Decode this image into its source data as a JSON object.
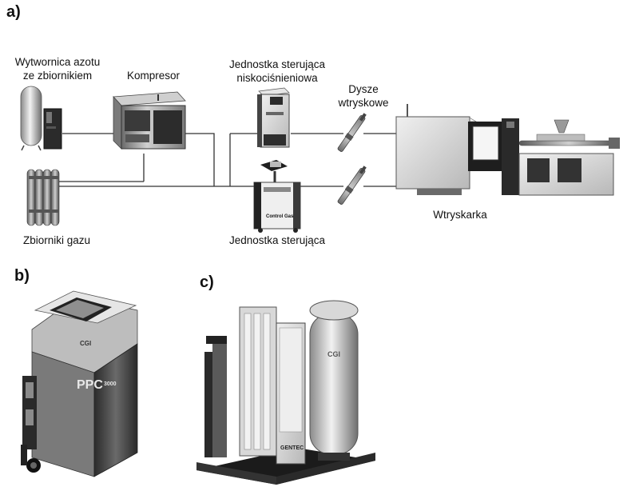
{
  "panels": {
    "a": "a)",
    "b": "b)",
    "c": "c)"
  },
  "labels": {
    "nitrogen_generator_line1": "Wytwornica azotu",
    "nitrogen_generator_line2": "ze zbiornikiem",
    "compressor": "Kompresor",
    "low_pressure_unit_line1": "Jednostka sterująca",
    "low_pressure_unit_line2": "niskociśnieniowa",
    "nozzles_line1": "Dysze",
    "nozzles_line2": "wtryskowe",
    "gas_tanks": "Zbiorniki gazu",
    "control_unit": "Jednostka sterująca",
    "injection_machine": "Wtryskarka"
  },
  "device_text": {
    "control_gas": "Control Gas",
    "ppc": "PPC",
    "ppc_model": "3000",
    "cgi": "CGI",
    "gentec": "GENTEC"
  },
  "colors": {
    "line": "#333333",
    "metal_light": "#d9d9d9",
    "metal_mid": "#a8a8a8",
    "metal_dark": "#4a4a4a"
  }
}
